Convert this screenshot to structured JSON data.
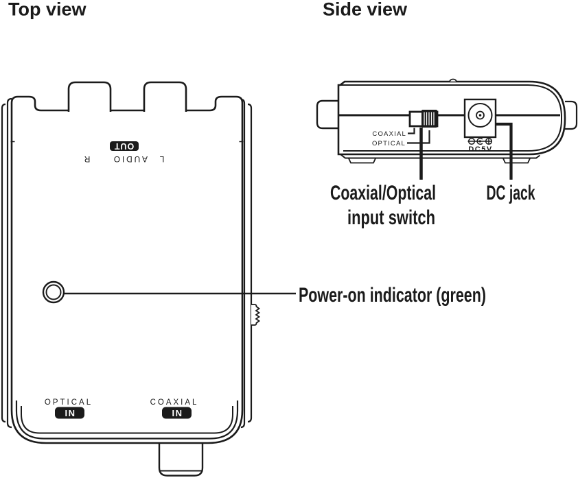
{
  "colors": {
    "ink": "#1b1b1b",
    "paper": "#ffffff",
    "badge_bg": "#1b1b1b",
    "badge_text": "#ffffff"
  },
  "headings": {
    "top_view": "Top view",
    "side_view": "Side view"
  },
  "top_view": {
    "out_badge": "OUT",
    "channel_left": "L",
    "audio_label": "AUDIO",
    "channel_right": "R",
    "optical_label": "OPTICAL",
    "optical_in_badge": "IN",
    "coaxial_label": "COAXIAL",
    "coaxial_in_badge": "IN"
  },
  "side_view": {
    "switch_coaxial_label": "COAXIAL",
    "switch_optical_label": "OPTICAL",
    "dc5v_label": "DC5V"
  },
  "annotations": {
    "power_indicator": "Power-on indicator (green)",
    "input_switch_line1": "Coaxial/Optical",
    "input_switch_line2": "input switch",
    "dc_jack": "DC jack"
  }
}
